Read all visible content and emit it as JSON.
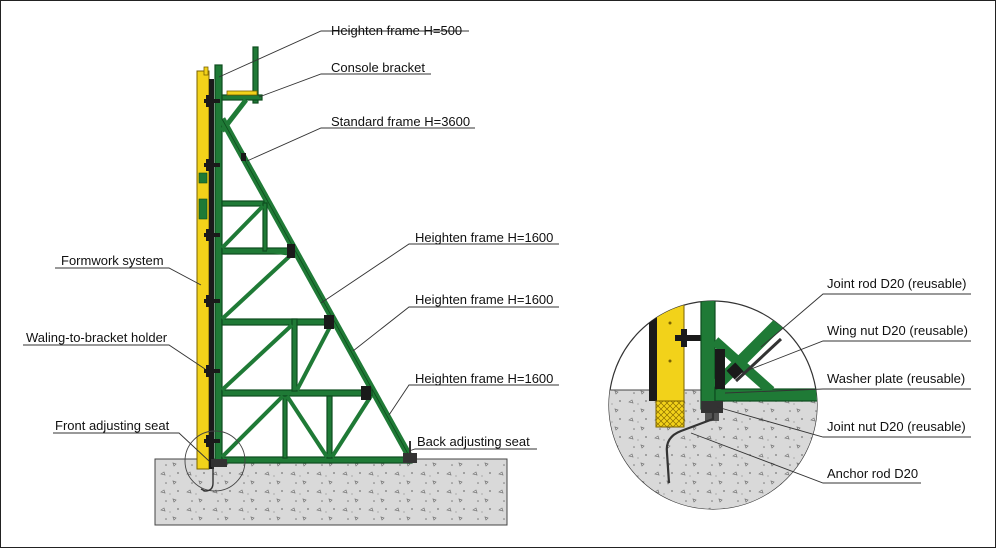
{
  "labels": {
    "heighten_500": "Heighten frame H=500",
    "console_bracket": "Console bracket",
    "standard_frame": "Standard frame H=3600",
    "heighten_1600_a": "Heighten frame H=1600",
    "heighten_1600_b": "Heighten frame H=1600",
    "heighten_1600_c": "Heighten frame H=1600",
    "back_adjusting_seat": "Back adjusting seat",
    "formwork_system": "Formwork system",
    "waling_holder": "Waling-to-bracket holder",
    "front_adjusting_seat": "Front adjusting seat",
    "joint_rod": "Joint rod D20 (reusable)",
    "wing_nut": "Wing nut D20 (reusable)",
    "washer_plate": "Washer plate (reusable)",
    "joint_nut": "Joint nut D20 (reusable)",
    "anchor_rod": "Anchor rod D20"
  },
  "colors": {
    "steel_green": "#1f7a36",
    "steel_green_dark": "#0e4d1e",
    "formwork_yellow": "#f2d21a",
    "timber_black": "#1a1a1a",
    "concrete": "#d9d9d9"
  }
}
